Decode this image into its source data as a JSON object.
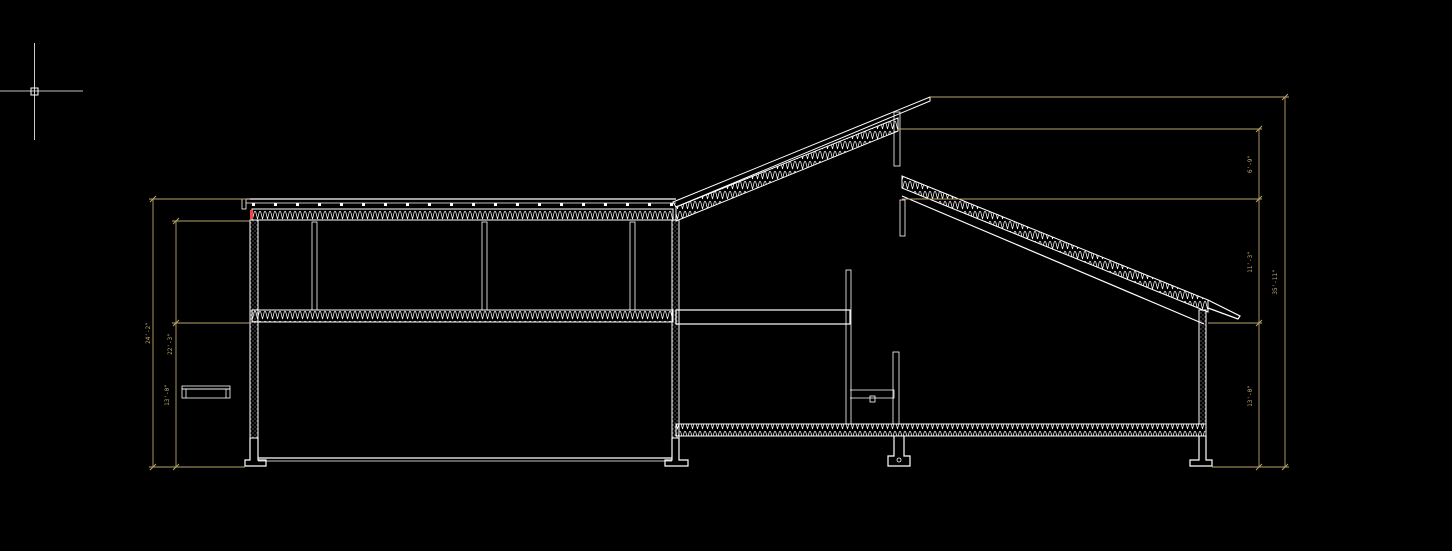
{
  "canvas": {
    "background": "#000000",
    "line_color": "#ffffff",
    "dimension_color": "#b9a46a",
    "accent_color": "#ff4040"
  },
  "cursor": {
    "icon": "crosshair-cursor-icon"
  },
  "dimensions": {
    "left_outer": "24'-2\"",
    "left_inner": "22'-3\"",
    "left_lower": "13'-0\"",
    "right_top": "6'-9\"",
    "right_middle": "11'-3\"",
    "right_lower": "13'-0\"",
    "right_overall": "35'-11\""
  }
}
